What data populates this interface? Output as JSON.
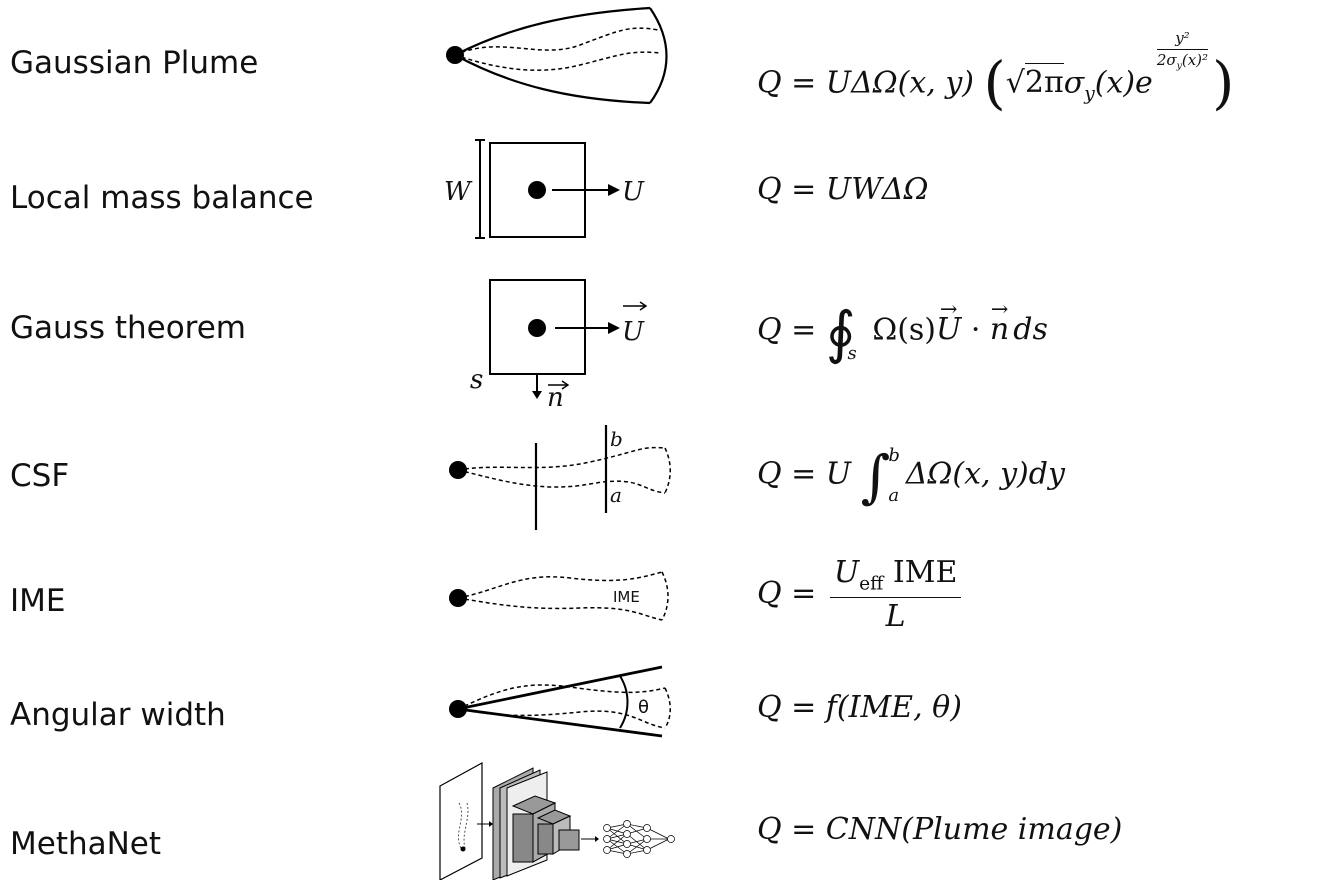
{
  "rows": [
    {
      "label": "Gaussian Plume",
      "icon": "gaussian-plume-icon"
    },
    {
      "label": "Local mass balance",
      "icon": "mass-balance-box-icon"
    },
    {
      "label": "Gauss theorem",
      "icon": "gauss-box-icon"
    },
    {
      "label": "CSF",
      "icon": "cross-section-flux-icon"
    },
    {
      "label": "IME",
      "icon": "ime-plume-icon"
    },
    {
      "label": "Angular width",
      "icon": "angular-cone-icon"
    },
    {
      "label": "MethaNet",
      "icon": "cnn-network-icon"
    }
  ],
  "diagram_labels": {
    "W": "W",
    "U": "U",
    "s": "s",
    "n": "n",
    "b": "b",
    "a": "a",
    "ime": "IME",
    "theta": "θ"
  },
  "equations": {
    "gaussian": {
      "lhs": "Q = UΔΩ(x, y)",
      "sqrt": "2π",
      "sigma": "σ",
      "y": "y",
      "x": "(x)",
      "e": "e",
      "exp_num": "y²",
      "exp_den": "2σ",
      "exp_den_rest": "(x)²"
    },
    "mass_balance": "Q = UWΔΩ",
    "gauss_lhs": "Q =",
    "gauss_body": "Ω(s)",
    "gauss_s": "s",
    "gauss_U": "U",
    "gauss_n": "n",
    "gauss_ds": "ds",
    "csf_lhs": "Q = U",
    "csf_upper": "b",
    "csf_lower": "a",
    "csf_body": "ΔΩ(x, y)dy",
    "ime_lhs": "Q =",
    "ime_num_u": "U",
    "ime_num_sub": "eff",
    "ime_num_rest": "IME",
    "ime_den": "L",
    "angular": "Q = f(IME, θ)",
    "cnn": "Q = CNN(Plume image)"
  }
}
